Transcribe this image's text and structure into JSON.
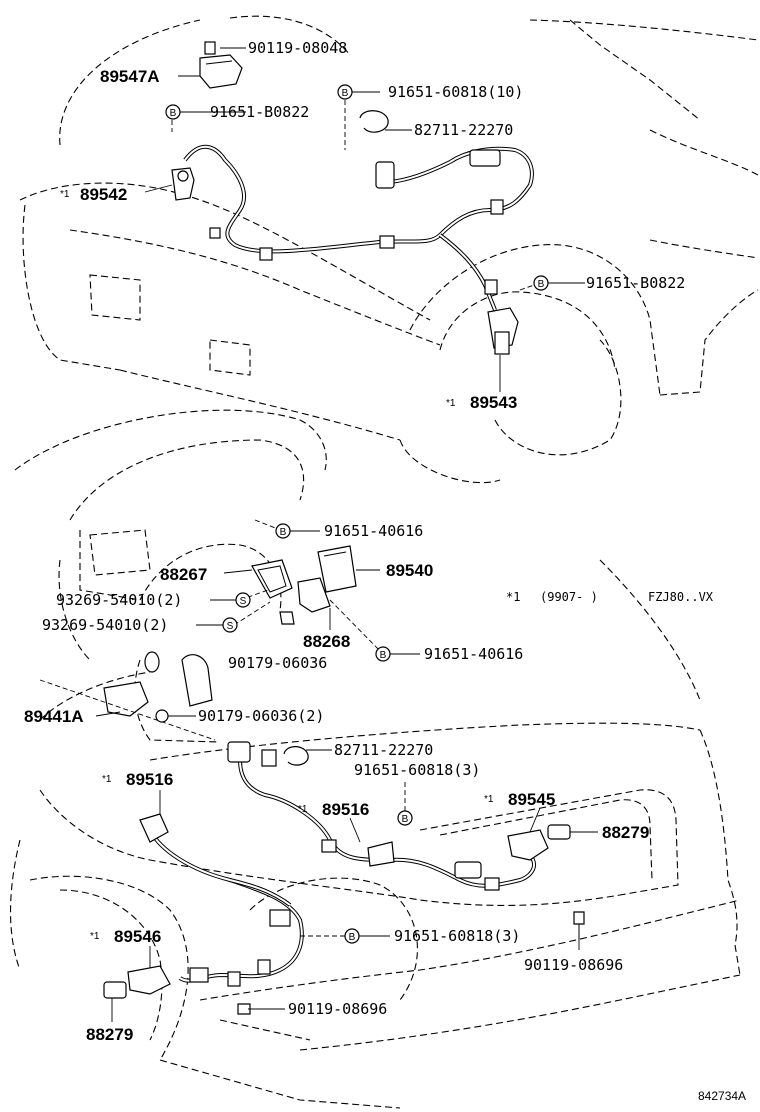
{
  "labels": {
    "p90119_08048": "90119-08048",
    "p89547A": "89547A",
    "p91651_B0822_a": "91651-B0822",
    "p91651_60818_10": "91651-60818(10)",
    "p82711_22270_a": "82711-22270",
    "p89542": "89542",
    "p91651_B0822_b": "91651-B0822",
    "p89543": "89543",
    "p91651_40616_a": "91651-40616",
    "p88267": "88267",
    "p89540": "89540",
    "p93269_54010_a": "93269-54010(2)",
    "p93269_54010_b": "93269-54010(2)",
    "p88268": "88268",
    "p90179_06036_a": "90179-06036",
    "p91651_40616_b": "91651-40616",
    "p89441A": "89441A",
    "p90179_06036_b": "90179-06036(2)",
    "p82711_22270_b": "82711-22270",
    "p91651_60818_3a": "91651-60818(3)",
    "p89516_a": "89516",
    "p89516_b": "89516",
    "p89545": "89545",
    "p88279_a": "88279",
    "p91651_60818_3b": "91651-60818(3)",
    "p89546": "89546",
    "p90119_08696_a": "90119-08696",
    "p90119_08696_b": "90119-08696",
    "p88279_b": "88279"
  },
  "markers": {
    "star1": "*1",
    "bolt": "B",
    "screw": "S"
  },
  "note": {
    "star": "*1",
    "range": "(9907-     )",
    "model": "FZJ80..VX"
  },
  "ref_code": "842734A"
}
